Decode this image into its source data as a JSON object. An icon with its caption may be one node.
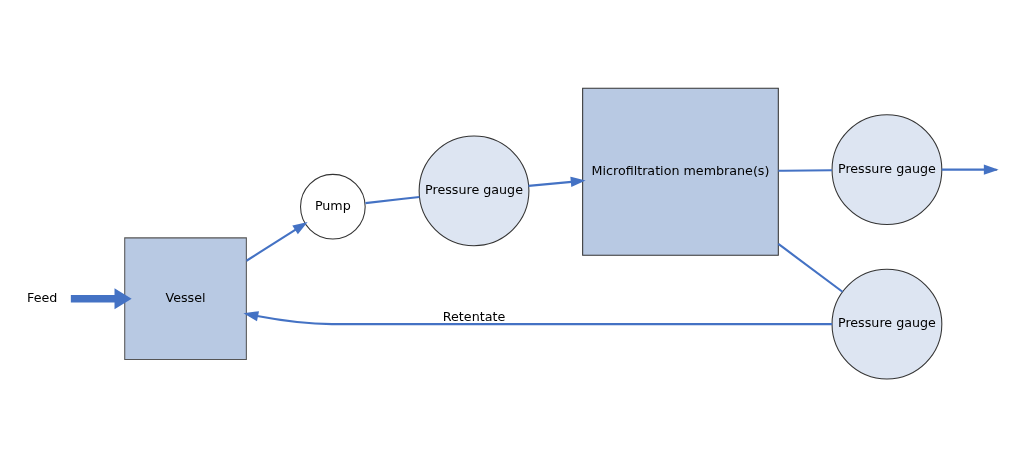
{
  "diagram": {
    "nodes": [
      {
        "text": [
          "Feed"
        ]
      },
      {
        "text": [
          "Vessel"
        ]
      },
      {
        "text": [
          "Pump"
        ]
      },
      {
        "text": [
          "Pressure gauge"
        ]
      },
      {
        "text": [
          "Microfiltration membrane(s)"
        ]
      },
      {
        "text": [
          "Pressure gauge"
        ]
      },
      {
        "text": [
          "Pressure gauge"
        ]
      }
    ],
    "edges": [
      {
        "from": 0,
        "to": 1,
        "arrow": "to",
        "style": "thick"
      },
      {
        "from": 1,
        "to": 2,
        "arrow": "to"
      },
      {
        "from": 2,
        "to": 3,
        "arrow": "none"
      },
      {
        "from": 3,
        "to": 4,
        "arrow": "to"
      },
      {
        "from": 4,
        "to": 5,
        "arrow": "none"
      },
      {
        "from": 5,
        "to": 1,
        "arrow": "to",
        "label": "Retentate"
      },
      {
        "from": 4,
        "to": 6,
        "arrow": "none"
      },
      {
        "from": 6,
        "to": null,
        "arrow": "to"
      }
    ]
  }
}
